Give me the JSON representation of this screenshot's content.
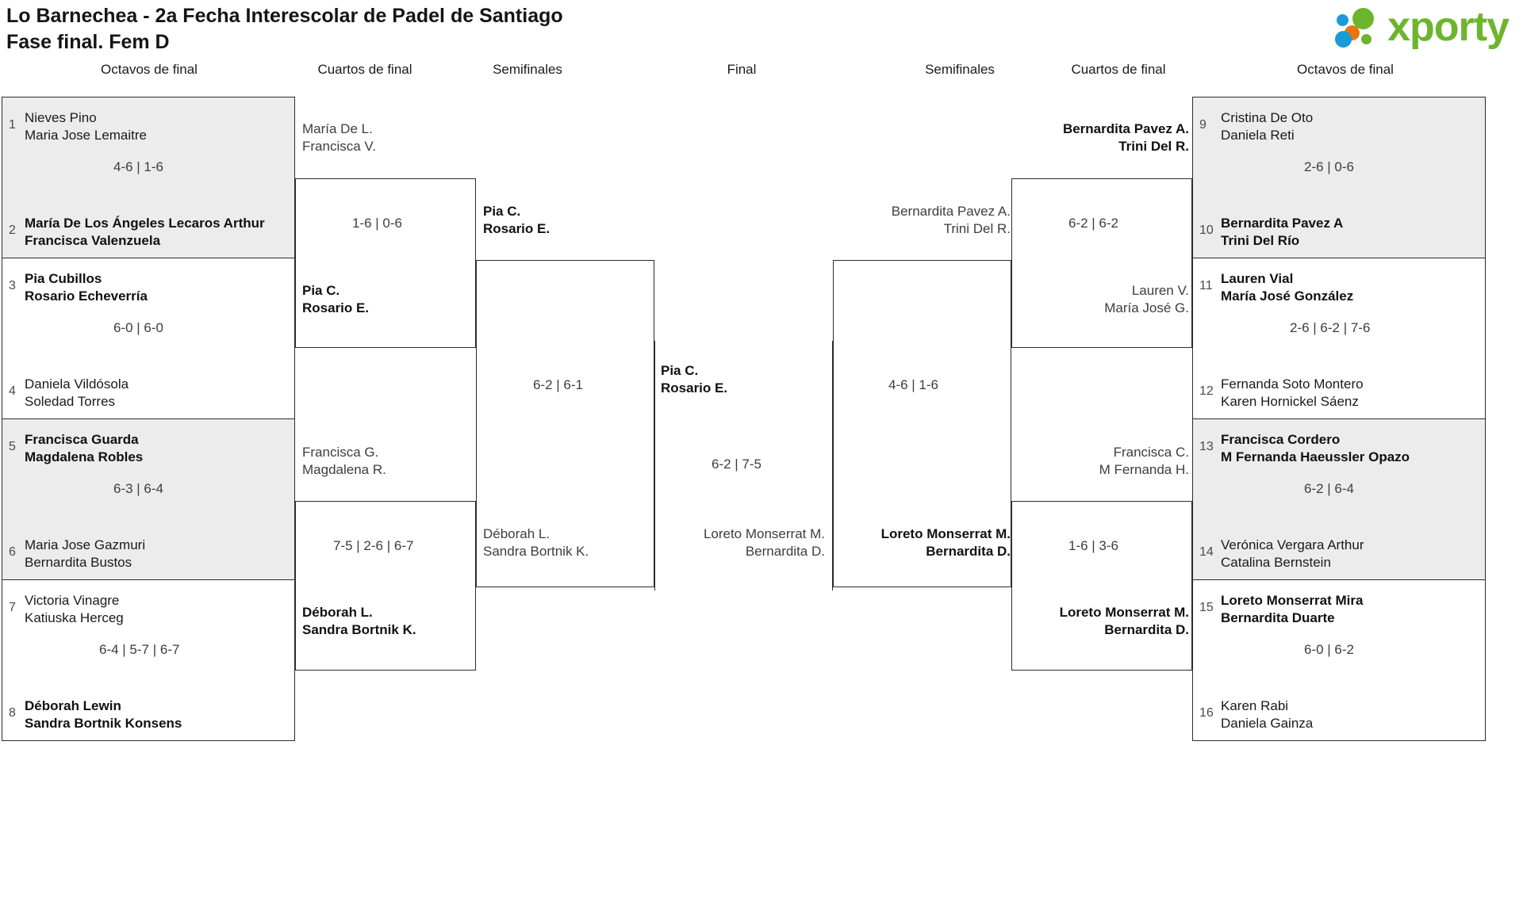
{
  "header": {
    "title_line1": "Lo Barnechea - 2a Fecha Interescolar de Padel de Santiago",
    "title_line2": "Fase final. Fem D",
    "logo_text": "xporty",
    "logo_colors": {
      "green": "#6cb52d",
      "blue": "#1a9ad7",
      "orange": "#e8760c"
    }
  },
  "round_labels": {
    "left_r16": "Octavos de final",
    "left_qf": "Cuartos de final",
    "left_sf": "Semifinales",
    "final": "Final",
    "right_sf": "Semifinales",
    "right_qf": "Cuartos de final",
    "right_r16": "Octavos de final"
  },
  "left_r16": [
    {
      "seed": "1",
      "p1": "Nieves Pino",
      "p2": "Maria Jose Lemaitre",
      "result": "lose"
    },
    {
      "seed": "2",
      "p1": "María De Los Ángeles Lecaros Arthur",
      "p2": "Francisca Valenzuela",
      "result": "win"
    },
    {
      "seed": "3",
      "p1": "Pia Cubillos",
      "p2": "Rosario Echeverría",
      "result": "win"
    },
    {
      "seed": "4",
      "p1": "Daniela Vildósola",
      "p2": "Soledad Torres",
      "result": "lose"
    },
    {
      "seed": "5",
      "p1": "Francisca Guarda",
      "p2": "Magdalena Robles",
      "result": "win"
    },
    {
      "seed": "6",
      "p1": "Maria Jose Gazmuri",
      "p2": "Bernardita Bustos",
      "result": "lose"
    },
    {
      "seed": "7",
      "p1": "Victoria Vinagre",
      "p2": "Katiuska Herceg",
      "result": "lose"
    },
    {
      "seed": "8",
      "p1": "Déborah Lewin",
      "p2": "Sandra Bortnik Konsens",
      "result": "win"
    }
  ],
  "left_r16_scores": [
    "4-6 | 1-6",
    "6-0 | 6-0",
    "6-3 | 6-4",
    "6-4 | 5-7 | 6-7"
  ],
  "left_qf": [
    {
      "p1": "María De L.",
      "p2": "Francisca V.",
      "result": "lose"
    },
    {
      "p1": "Pia C.",
      "p2": "Rosario E.",
      "result": "win"
    },
    {
      "p1": "Francisca G.",
      "p2": "Magdalena R.",
      "result": "lose"
    },
    {
      "p1": "Déborah L.",
      "p2": "Sandra Bortnik K.",
      "result": "win"
    }
  ],
  "left_qf_scores": [
    "1-6 | 0-6",
    "7-5 | 2-6 | 6-7"
  ],
  "left_sf": [
    {
      "p1": "Pia C.",
      "p2": "Rosario E.",
      "result": "win"
    },
    {
      "p1": "Déborah L.",
      "p2": "Sandra Bortnik K.",
      "result": "lose"
    }
  ],
  "left_sf_scores": [
    "6-2 | 6-1"
  ],
  "final": [
    {
      "p1": "Pia C.",
      "p2": "Rosario E.",
      "result": "win"
    },
    {
      "p1": "Loreto Monserrat M.",
      "p2": "Bernardita D.",
      "result": "lose"
    }
  ],
  "final_scores": [
    "6-2 | 7-5"
  ],
  "right_sf": [
    {
      "p1": "Bernardita Pavez A.",
      "p2": "Trini Del R.",
      "result": "lose"
    },
    {
      "p1": "Loreto Monserrat M.",
      "p2": "Bernardita D.",
      "result": "win"
    }
  ],
  "right_sf_scores": [
    "4-6 | 1-6"
  ],
  "right_qf": [
    {
      "p1": "Bernardita Pavez A.",
      "p2": "Trini Del R.",
      "result": "win"
    },
    {
      "p1": "Lauren V.",
      "p2": "María José G.",
      "result": "lose"
    },
    {
      "p1": "Francisca C.",
      "p2": "M Fernanda H.",
      "result": "lose"
    },
    {
      "p1": "Loreto Monserrat M.",
      "p2": "Bernardita D.",
      "result": "win"
    }
  ],
  "right_qf_scores": [
    "6-2 | 6-2",
    "1-6 | 3-6"
  ],
  "right_r16": [
    {
      "seed": "9",
      "p1": "Cristina De Oto",
      "p2": "Daniela Reti",
      "result": "lose"
    },
    {
      "seed": "10",
      "p1": "Bernardita Pavez A",
      "p2": "Trini Del Río",
      "result": "win"
    },
    {
      "seed": "11",
      "p1": "Lauren Vial",
      "p2": "María José González",
      "result": "win"
    },
    {
      "seed": "12",
      "p1": "Fernanda Soto Montero",
      "p2": "Karen Hornickel Sáenz",
      "result": "lose"
    },
    {
      "seed": "13",
      "p1": "Francisca Cordero",
      "p2": "M Fernanda Haeussler Opazo",
      "result": "win"
    },
    {
      "seed": "14",
      "p1": "Verónica Vergara Arthur",
      "p2": "Catalina Bernstein",
      "result": "lose"
    },
    {
      "seed": "15",
      "p1": "Loreto Monserrat Mira",
      "p2": "Bernardita Duarte",
      "result": "win"
    },
    {
      "seed": "16",
      "p1": "Karen Rabi",
      "p2": "Daniela Gainza",
      "result": "lose"
    }
  ],
  "right_r16_scores": [
    "2-6 | 0-6",
    "2-6 | 6-2 | 7-6",
    "6-2 | 6-4",
    "6-0 | 6-2"
  ]
}
